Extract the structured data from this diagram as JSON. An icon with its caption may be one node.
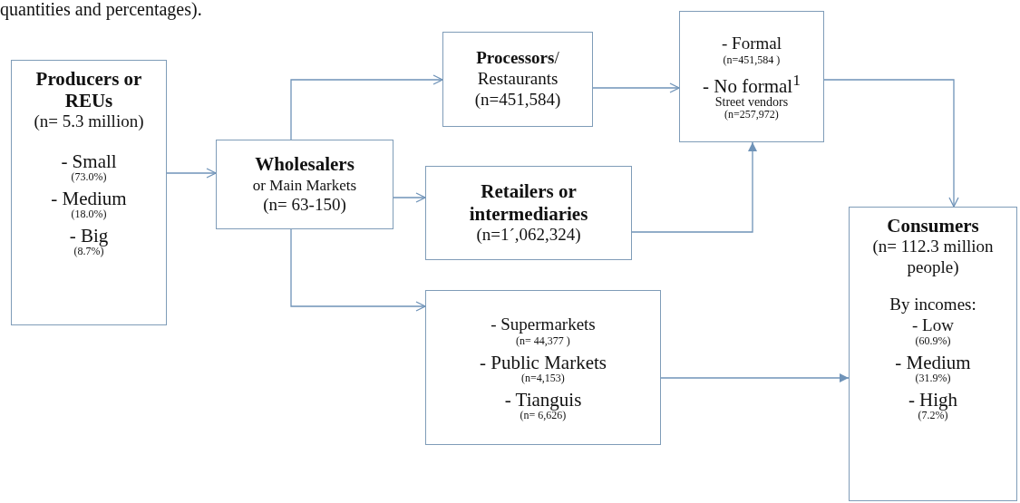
{
  "diagram": {
    "nodes": [
      {
        "text": [
          "Producers or REUs",
          "(n= 5.3 million)",
          "- Small",
          "(73.0%)",
          "- Medium",
          "(18.0%)",
          "- Big",
          "(8.7%)"
        ]
      },
      {
        "text": [
          "Wholesalers",
          "or Main Markets",
          "(n= 63-150)"
        ]
      },
      {
        "text": [
          "**Processors**/ Restaurants",
          "(n=451,584)"
        ]
      },
      {
        "text": [
          "- Formal",
          "(n=451,584 )",
          "- No formal$^{1}$",
          "Street vendors",
          "(n=257,972)"
        ]
      },
      {
        "text": [
          "Retailers or intermediaries",
          "(n=1´,062,324)"
        ]
      },
      {
        "text": [
          "- Supermarkets",
          "(n= 44,377 )",
          "- Public Markets",
          "(n=4,153)",
          "- Tianguis",
          "(n= 6,626)"
        ]
      },
      {
        "text": [
          "Consumers",
          "(n= 112.3 million people)",
          "By incomes:",
          "- Low",
          "(60.9%)",
          "- Medium",
          "(31.9%)",
          "- High",
          "(7.2%)"
        ]
      }
    ],
    "edges": [
      {
        "from": 0,
        "to": 1,
        "arrow": "to"
      },
      {
        "from": 1,
        "to": 2,
        "arrow": "to"
      },
      {
        "from": 1,
        "to": 4,
        "arrow": "to"
      },
      {
        "from": 1,
        "to": 5,
        "arrow": "to"
      },
      {
        "from": 2,
        "to": 3,
        "arrow": "to"
      },
      {
        "from": 4,
        "to": 3,
        "arrow": "to"
      },
      {
        "from": 3,
        "to": 6,
        "arrow": "to"
      },
      {
        "from": 5,
        "to": 6,
        "arrow": "to"
      }
    ],
    "labels": [
      "quantities and percentages)."
    ]
  }
}
